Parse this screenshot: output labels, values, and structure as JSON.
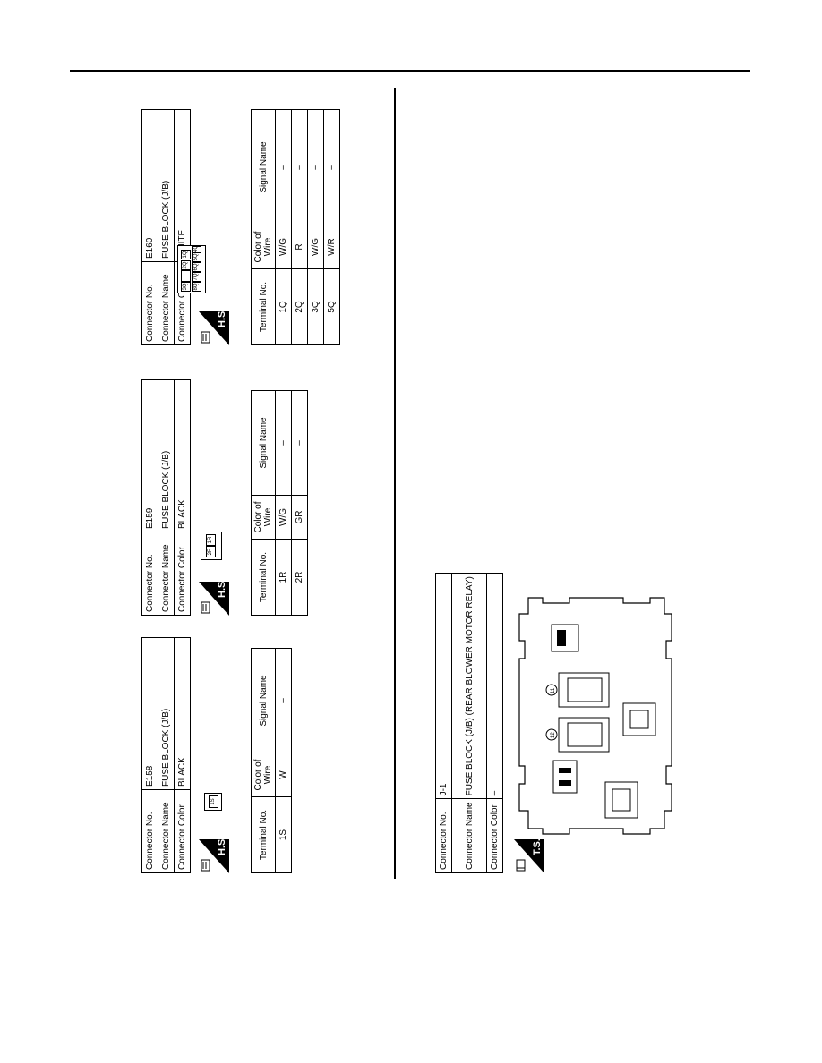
{
  "labels": {
    "connector_no": "Connector No.",
    "connector_name": "Connector Name",
    "connector_color": "Connector Color",
    "terminal_no": "Terminal No.",
    "color_of_wire": "Color of Wire",
    "signal_name": "Signal Name"
  },
  "badges": {
    "hs": "H.S.",
    "ts": "T.S."
  },
  "connectors": [
    {
      "no": "E158",
      "name": "FUSE BLOCK (J/B)",
      "color": "BLACK",
      "pins": [
        "1S"
      ],
      "rows": [
        {
          "terminal": "1S",
          "wire": "W",
          "signal": "–"
        }
      ]
    },
    {
      "no": "E159",
      "name": "FUSE BLOCK (J/B)",
      "color": "BLACK",
      "pins": [
        "2R",
        "1R"
      ],
      "rows": [
        {
          "terminal": "1R",
          "wire": "W/G",
          "signal": "–"
        },
        {
          "terminal": "2R",
          "wire": "GR",
          "signal": "–"
        }
      ]
    },
    {
      "no": "E160",
      "name": "FUSE BLOCK (J/B)",
      "color": "WHITE",
      "pins": [
        "3Q",
        "2Q",
        "1Q",
        "8Q",
        "7Q",
        "6Q",
        "5Q",
        "4Q"
      ],
      "rows": [
        {
          "terminal": "1Q",
          "wire": "W/G",
          "signal": "–"
        },
        {
          "terminal": "2Q",
          "wire": "R",
          "signal": "–"
        },
        {
          "terminal": "3Q",
          "wire": "W/G",
          "signal": "–"
        },
        {
          "terminal": "5Q",
          "wire": "W/R",
          "signal": "–"
        }
      ]
    },
    {
      "no": "J-1",
      "name": "FUSE BLOCK (J/B) (REAR BLOWER MOTOR RELAY)",
      "color": "–",
      "relays": [
        "11",
        "12"
      ]
    }
  ]
}
